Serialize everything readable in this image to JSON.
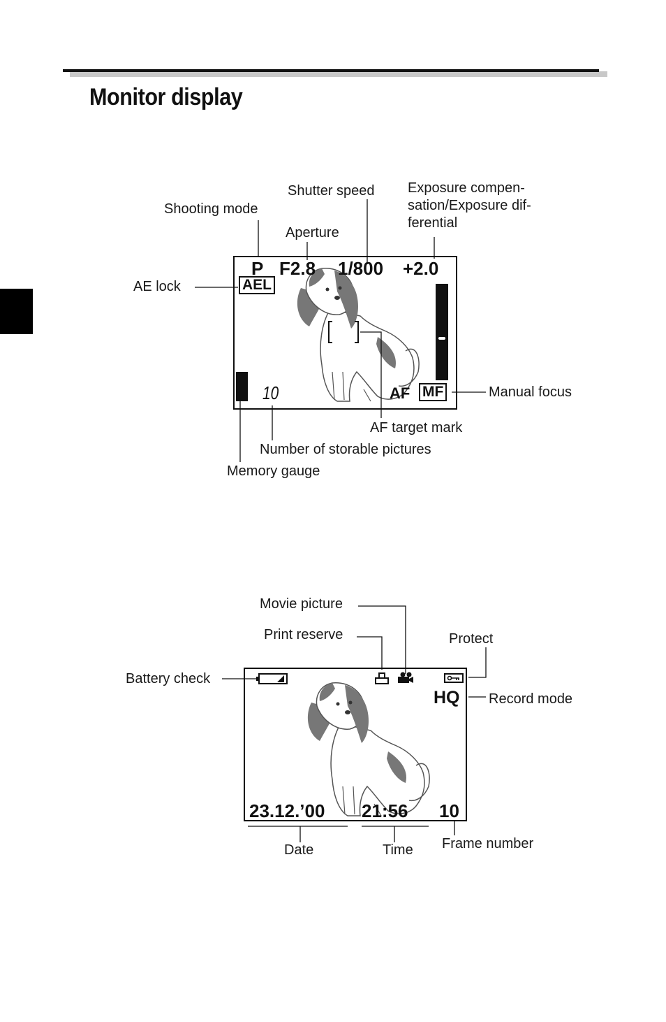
{
  "page": {
    "title": "Monitor display"
  },
  "shooting_display": {
    "osd": {
      "mode": "P",
      "aperture": "F2.8",
      "shutter": "1/800",
      "exposure": "+2.0",
      "ael": "AEL",
      "af": "AF",
      "mf": "MF",
      "pictures": "10"
    },
    "labels": {
      "shooting_mode": "Shooting mode",
      "aperture": "Aperture",
      "shutter_speed": "Shutter speed",
      "exposure": "Exposure compen-sation/Exposure dif-ferential",
      "ae_lock": "AE lock",
      "manual_focus": "Manual focus",
      "af_target": "AF target mark",
      "storable": "Number of storable pictures",
      "memory_gauge": "Memory gauge"
    }
  },
  "playback_display": {
    "osd": {
      "record_mode": "HQ",
      "date": "23.12.’00",
      "time": "21:56",
      "frame": "10"
    },
    "labels": {
      "movie_picture": "Movie picture",
      "print_reserve": "Print reserve",
      "protect": "Protect",
      "battery_check": "Battery check",
      "record_mode": "Record mode",
      "date": "Date",
      "time": "Time",
      "frame_number": "Frame number"
    }
  },
  "icons": [
    "dog-illustration",
    "battery-icon",
    "print-reserve-icon",
    "movie-icon",
    "protect-key-icon",
    "af-target-bracket-icon"
  ]
}
